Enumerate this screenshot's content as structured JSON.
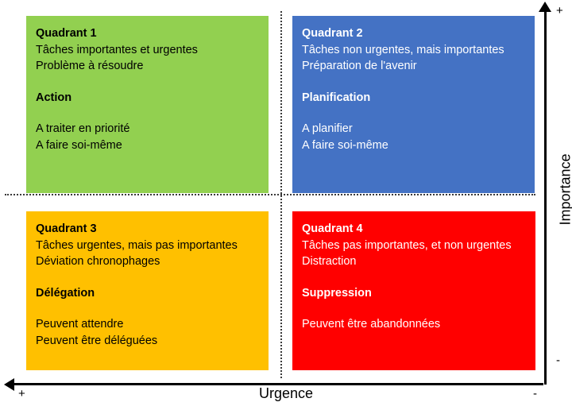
{
  "diagram": {
    "type": "eisenhower-matrix",
    "axes": {
      "x": {
        "label": "Urgence",
        "positive_sign": "+",
        "negative_sign": "-",
        "positive_side": "left",
        "arrow_direction": "left"
      },
      "y": {
        "label": "Importance",
        "positive_sign": "+",
        "negative_sign": "-",
        "positive_side": "top",
        "arrow_direction": "up"
      }
    },
    "quadrants": [
      {
        "id": "quadrant-1",
        "title": "Quadrant 1",
        "color": "#92D050",
        "text_color": "#000000",
        "description_line_1": "Tâches importantes et urgentes",
        "description_line_2": "Problème à résoudre",
        "action": "Action",
        "detail_line_1": "A traiter en priorité",
        "detail_line_2": "A faire soi-même"
      },
      {
        "id": "quadrant-2",
        "title": "Quadrant 2",
        "color": "#4472C4",
        "text_color": "#FFFFFF",
        "description_line_1": "Tâches non urgentes, mais importantes",
        "description_line_2": "Préparation de l'avenir",
        "action": "Planification",
        "detail_line_1": "A planifier",
        "detail_line_2": "A faire soi-même"
      },
      {
        "id": "quadrant-3",
        "title": "Quadrant 3",
        "color": "#FFC000",
        "text_color": "#000000",
        "description_line_1": "Tâches urgentes, mais pas importantes",
        "description_line_2": "Déviation chronophages",
        "action": "Délégation",
        "detail_line_1": "Peuvent attendre",
        "detail_line_2": "Peuvent être déléguées"
      },
      {
        "id": "quadrant-4",
        "title": "Quadrant 4",
        "color": "#FF0000",
        "text_color": "#FFFFFF",
        "description_line_1": "Tâches pas importantes, et non urgentes",
        "description_line_2": "Distraction",
        "action": "Suppression",
        "detail_line_1": "Peuvent être abandonnées",
        "detail_line_2": ""
      }
    ]
  }
}
